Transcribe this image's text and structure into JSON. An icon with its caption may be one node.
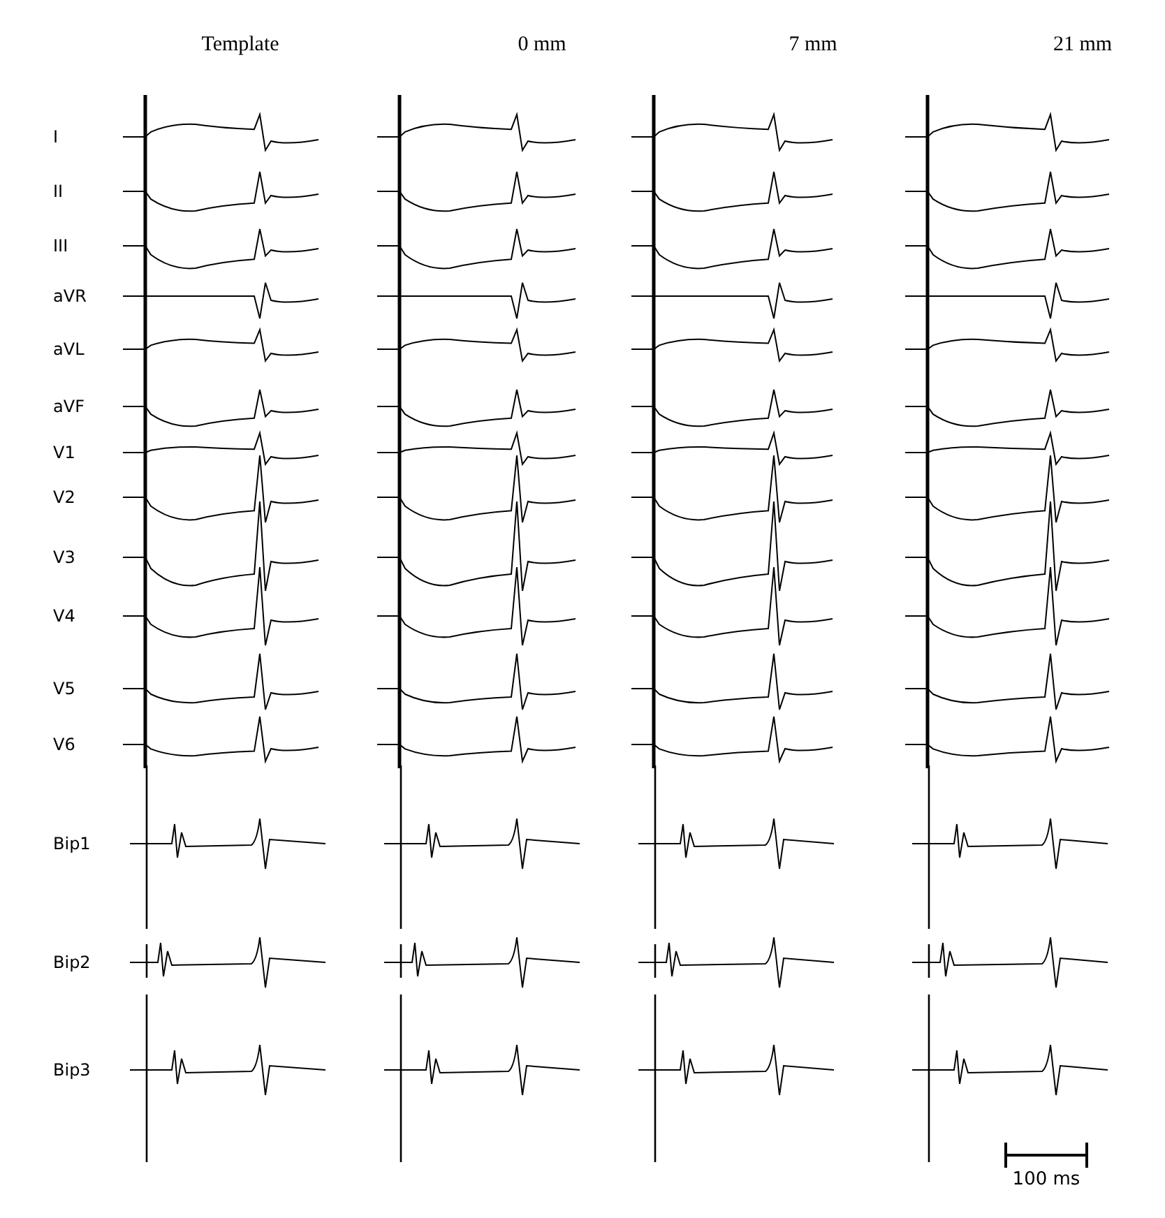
{
  "diagram": {
    "labels": [
      "Template",
      "0 mm",
      "7 mm",
      "21 mm",
      "I",
      "II",
      "III",
      "aVR",
      "aVL",
      "aVF",
      "V1",
      "V2",
      "V3",
      "V4",
      "V5",
      "V6",
      "Bip1",
      "Bip2",
      "Bip3",
      "100 ms"
    ]
  }
}
